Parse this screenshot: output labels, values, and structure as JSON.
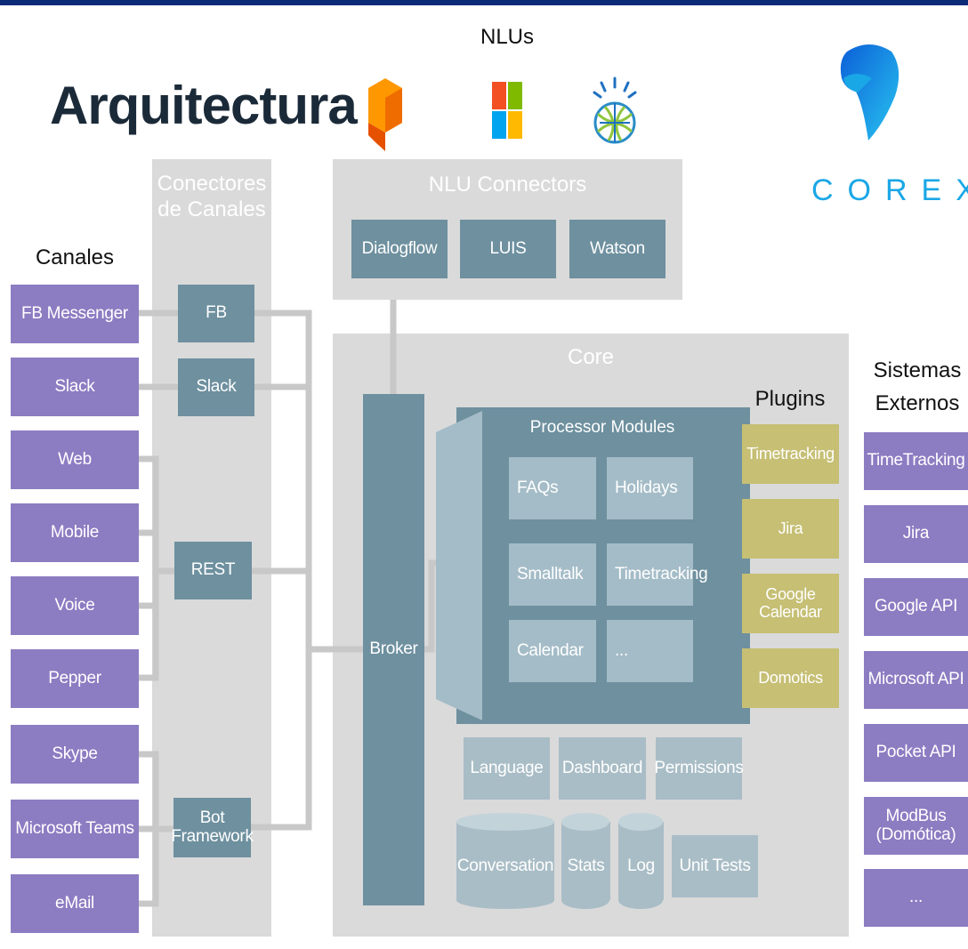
{
  "header": {
    "title": "Arquitectura",
    "nlus_label": "NLUs",
    "brand": "COREX"
  },
  "channels": {
    "heading": "Canales",
    "items": [
      "FB Messenger",
      "Slack",
      "Web",
      "Mobile",
      "Voice",
      "Pepper",
      "Skype",
      "Microsoft Teams",
      "eMail"
    ]
  },
  "connectors": {
    "heading": "Conectores de Canales",
    "items": [
      "FB",
      "Slack",
      "REST",
      "Bot Framework"
    ]
  },
  "nlu": {
    "heading": "NLU Connectors",
    "items": [
      "Dialogflow",
      "LUIS",
      "Watson"
    ]
  },
  "core": {
    "heading": "Core",
    "broker": "Broker",
    "processor_heading": "Processor Modules",
    "modules": [
      "FAQs",
      "Holidays",
      "Smalltalk",
      "Timetracking",
      "Calendar",
      "..."
    ],
    "services": [
      "Language",
      "Dashboard",
      "Permissions"
    ],
    "storage": [
      "Conversation",
      "Stats",
      "Log",
      "Unit Tests"
    ]
  },
  "plugins": {
    "heading": "Plugins",
    "items": [
      "Timetracking",
      "Jira",
      "Google Calendar",
      "Domotics"
    ]
  },
  "external": {
    "heading": "Sistemas Externos",
    "items": [
      "TimeTracking",
      "Jira",
      "Google API",
      "Microsoft API",
      "Pocket API",
      "ModBus (Domótica)",
      "..."
    ]
  },
  "colors": {
    "channel": "#8c7cc2",
    "connector": "#6e909f",
    "plugin": "#c6bf74",
    "panel": "#dadada",
    "brand": "#1aa7e6",
    "title": "#1b2a38"
  }
}
